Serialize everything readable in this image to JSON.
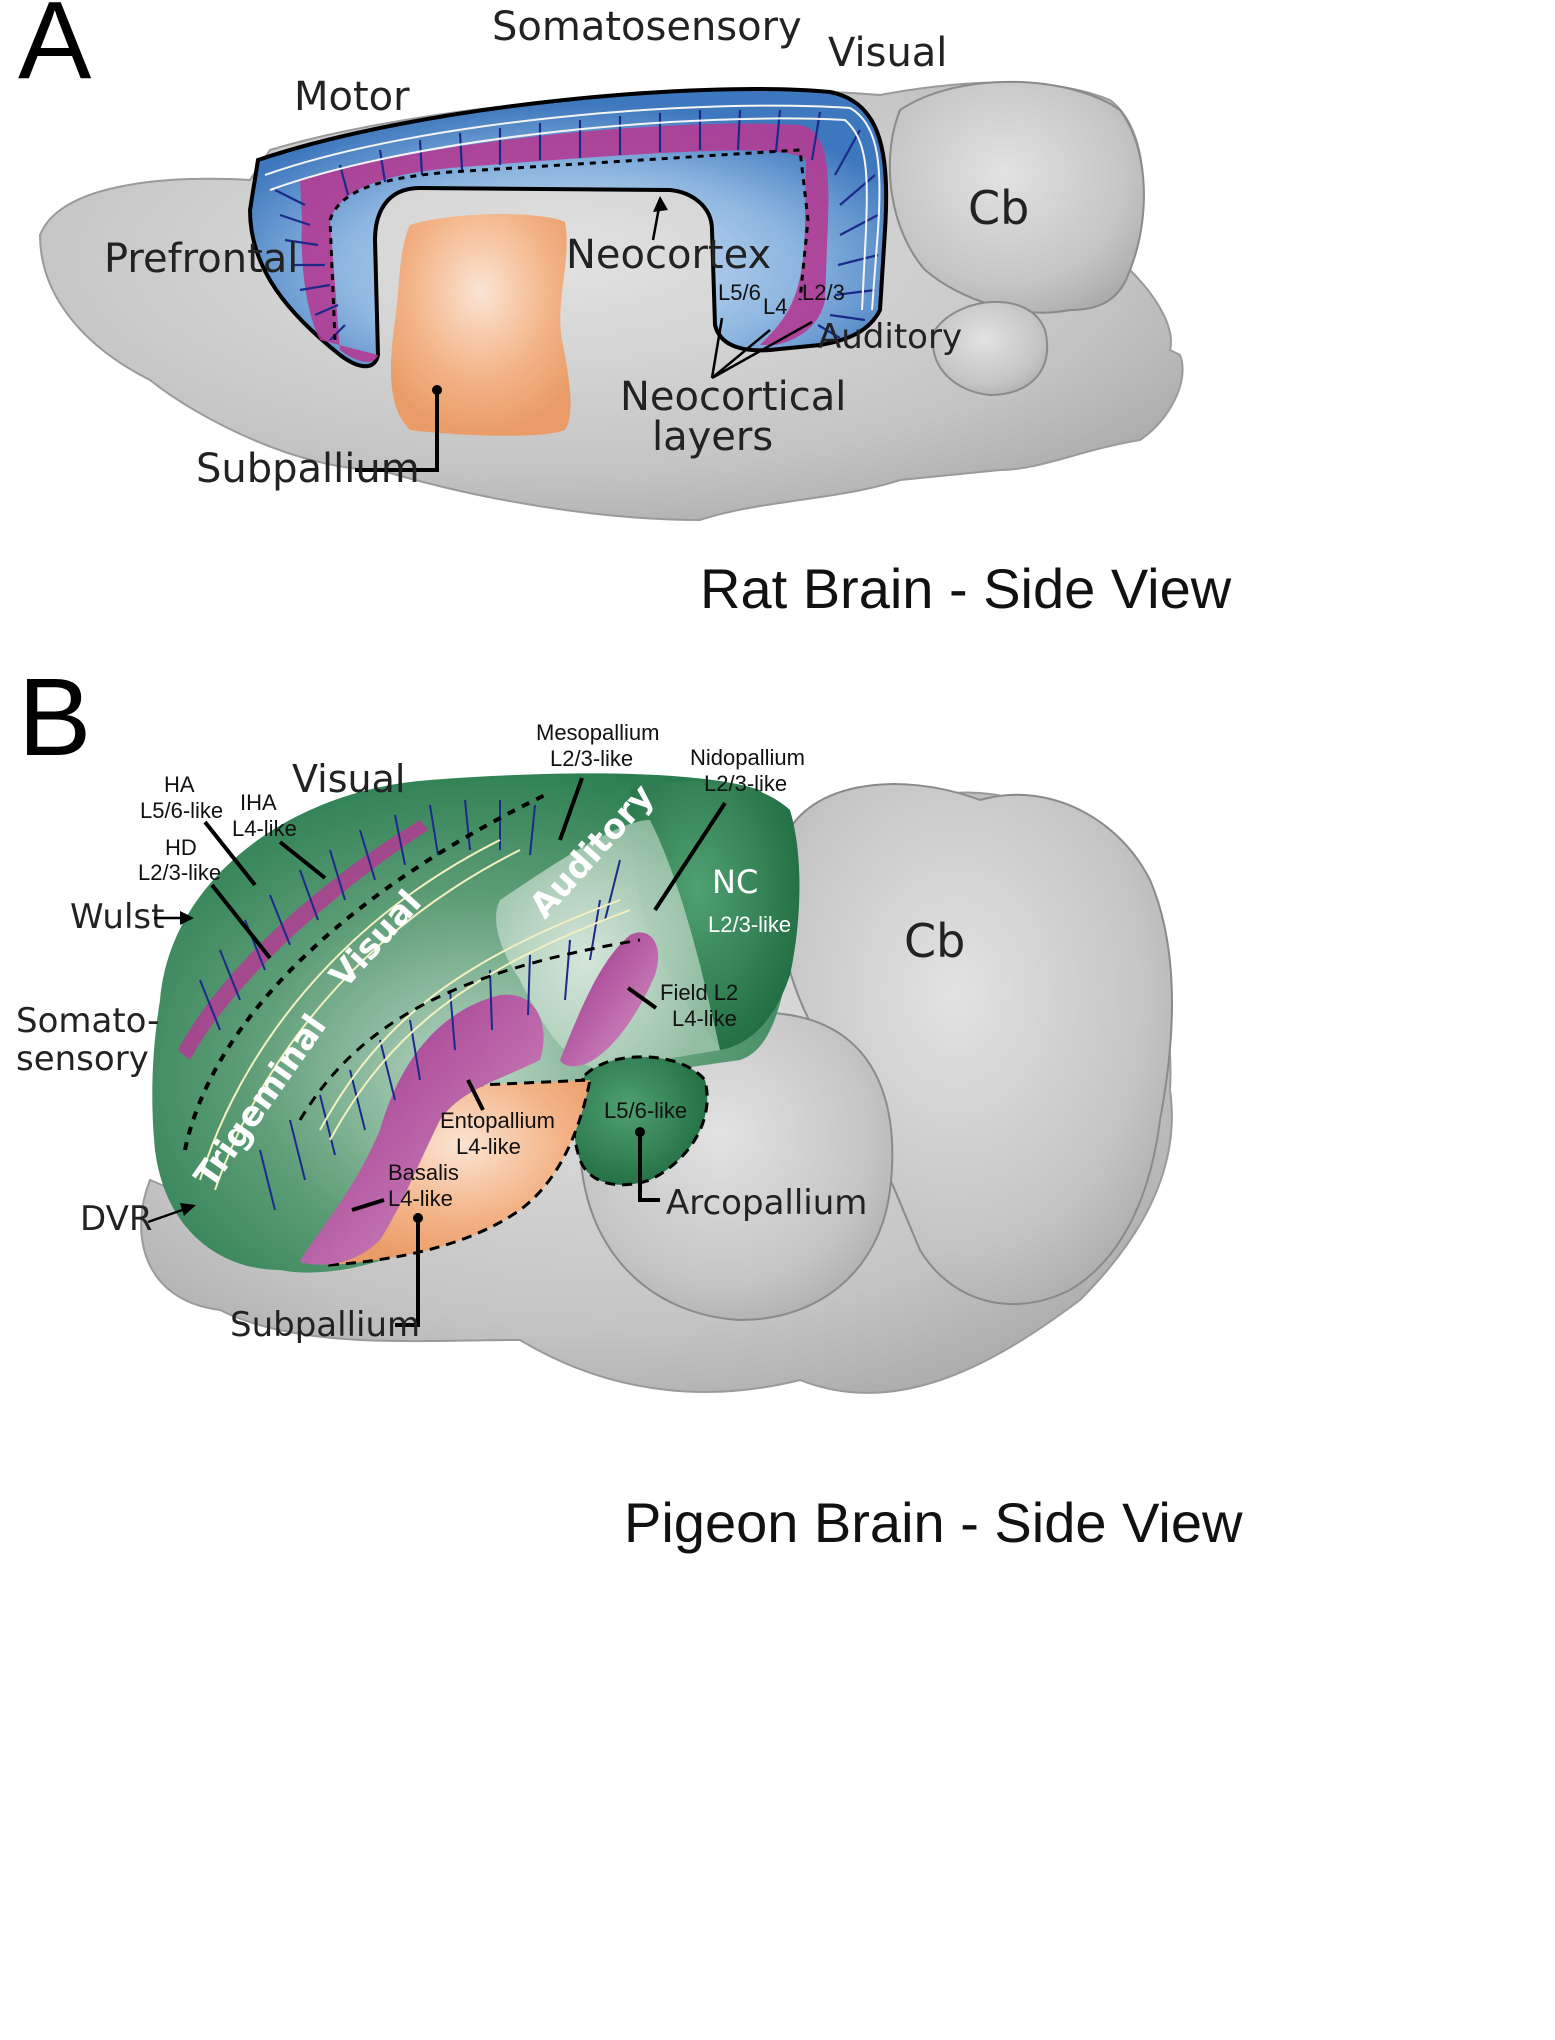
{
  "panel_a": {
    "letter": "A",
    "caption": "Rat Brain - Side View",
    "labels": {
      "somatosensory": "Somatosensory",
      "visual": "Visual",
      "motor": "Motor",
      "prefrontal": "Prefrontal",
      "cb": "Cb",
      "neocortex": "Neocortex",
      "l56": "L5/6",
      "l4": "L4",
      "l23": "L2/3",
      "auditory": "Auditory",
      "neocortical_1": "Neocortical",
      "neocortical_2": "layers",
      "subpallium": "Subpallium"
    }
  },
  "panel_b": {
    "letter": "B",
    "caption": "Pigeon Brain - Side View",
    "labels": {
      "visual_top": "Visual",
      "ha_1": "HA",
      "ha_2": "L5/6-like",
      "iha_1": "IHA",
      "iha_2": "L4-like",
      "hd_1": "HD",
      "hd_2": "L2/3-like",
      "wulst": "Wulst",
      "somato_1": "Somato-",
      "somato_2": "sensory",
      "dvr": "DVR",
      "trigeminal": "Trigeminal",
      "visual_inner": "Visual",
      "auditory": "Auditory",
      "mesopallium_1": "Mesopallium",
      "mesopallium_2": "L2/3-like",
      "nidopallium_1": "Nidopallium",
      "nidopallium_2": "L2/3-like",
      "nc_1": "NC",
      "nc_2": "L2/3-like",
      "field_1": "Field L2",
      "field_2": "L4-like",
      "ento_1": "Entopallium",
      "ento_2": "L4-like",
      "basalis_1": "Basalis",
      "basalis_2": "L4-like",
      "l56like": "L5/6-like",
      "arcopallium": "Arcopallium",
      "subpallium": "Subpallium",
      "cb": "Cb"
    }
  },
  "colors": {
    "brain_gray": "#c9c9c9",
    "cortex_blue": "#4a86c8",
    "layer_magenta": "#b03a94",
    "subpallium_orange": "#f0a878",
    "pallium_green": "#2e8a5a",
    "fiber_navy": "#1c2a8a",
    "fiber_cream": "#f4f0c0"
  }
}
